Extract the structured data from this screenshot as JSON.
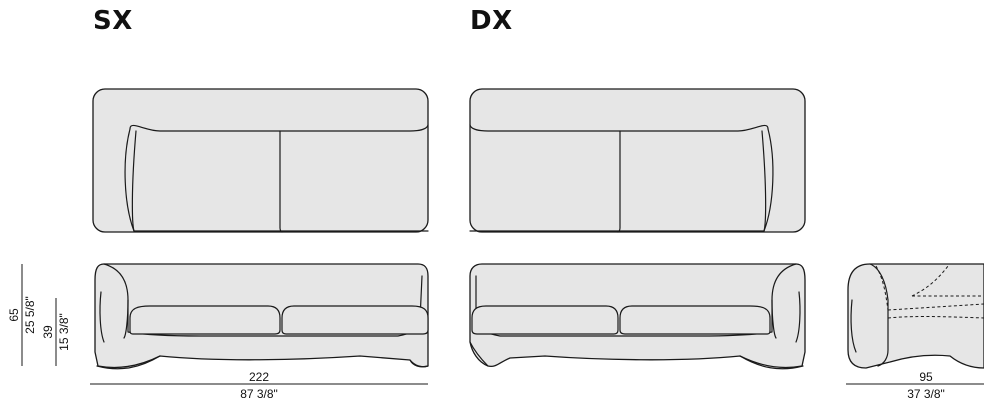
{
  "labels": {
    "left": "SX",
    "right": "DX"
  },
  "dimensions": {
    "width_cm": "222",
    "width_in": "87 3/8\"",
    "height_cm": "65",
    "height_in": "25 5/8\"",
    "seat_cm": "39",
    "seat_in": "15 3/8\"",
    "depth_cm": "95",
    "depth_in": "37 3/8\""
  },
  "colors": {
    "fill": "#e6e6e6",
    "stroke": "#1a1a1a"
  }
}
